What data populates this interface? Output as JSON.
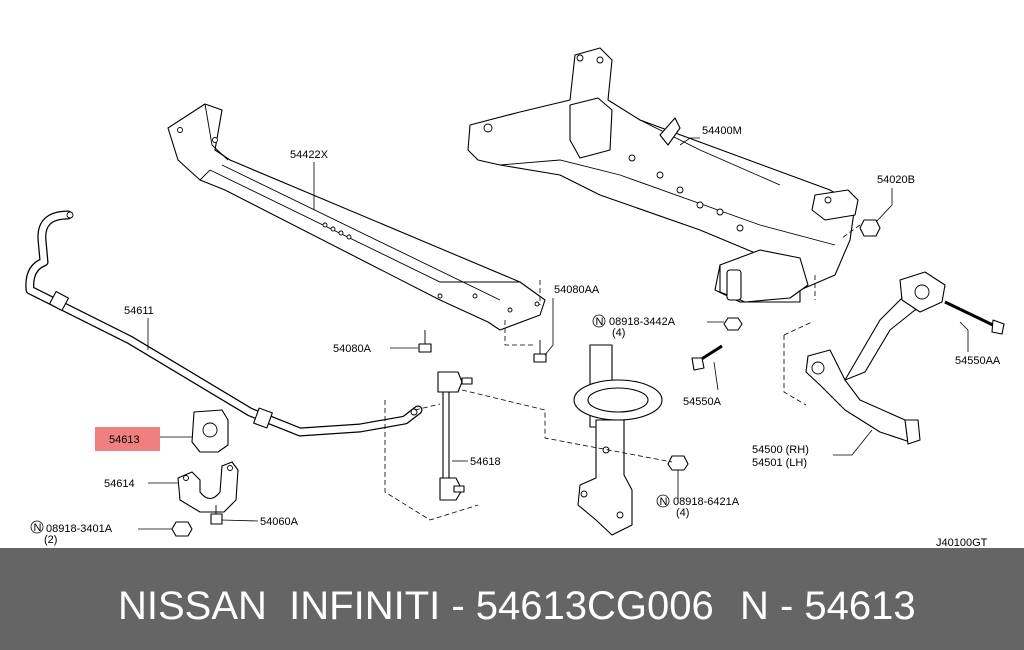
{
  "diagram": {
    "code": "J40100GT",
    "labels": {
      "p54422x": "54422X",
      "p54400m": "54400M",
      "p54020b": "54020B",
      "p54611": "54611",
      "p54080aa": "54080AA",
      "p54080a": "54080A",
      "p08918_3442a": "08918-3442A",
      "p08918_3442a_qty": "(4)",
      "p54550a": "54550A",
      "p54550aa": "54550AA",
      "p54613": "54613",
      "p54618": "54618",
      "p54500": "54500 (RH)",
      "p54501": "54501 (LH)",
      "p54614": "54614",
      "p08918_6421a": "08918-6421A",
      "p08918_6421a_qty": "(4)",
      "p08918_3401a": "08918-3401A",
      "p08918_3401a_qty": "(2)",
      "p54060a": "54060A",
      "nut_symbol": "N"
    },
    "highlight_color": "#f08080"
  },
  "footer": {
    "left_text": "NISSAN  INFINITI - 54613CG006",
    "right_text": "N - 54613",
    "background": "#656565",
    "text_color": "#ffffff"
  }
}
